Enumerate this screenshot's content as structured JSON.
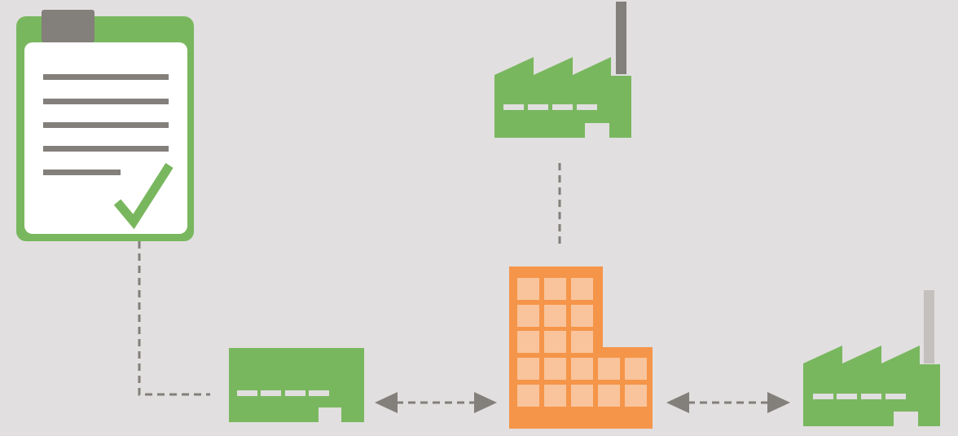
{
  "colors": {
    "background": "#e1dfdf",
    "green": "#79b75f",
    "orange": "#f59549",
    "orange_window": "#f9c49c",
    "gray": "#837f7a",
    "gray_light": "#c4c0bd",
    "white": "#ffffff"
  },
  "diagram": {
    "nodes": [
      {
        "name": "checklist-clipboard",
        "icon": "clipboard-check-icon"
      },
      {
        "name": "factory-top",
        "icon": "factory-icon"
      },
      {
        "name": "warehouse",
        "icon": "warehouse-icon"
      },
      {
        "name": "office-building",
        "icon": "office-building-icon"
      },
      {
        "name": "factory-right",
        "icon": "factory-icon"
      }
    ],
    "connectors": [
      {
        "from": "checklist-clipboard",
        "to": "warehouse",
        "style": "dashed",
        "arrows": "none"
      },
      {
        "from": "factory-top",
        "to": "office-building",
        "style": "dashed",
        "arrows": "none"
      },
      {
        "from": "warehouse",
        "to": "office-building",
        "style": "dashed",
        "arrows": "both"
      },
      {
        "from": "office-building",
        "to": "factory-right",
        "style": "dashed",
        "arrows": "both"
      }
    ]
  }
}
